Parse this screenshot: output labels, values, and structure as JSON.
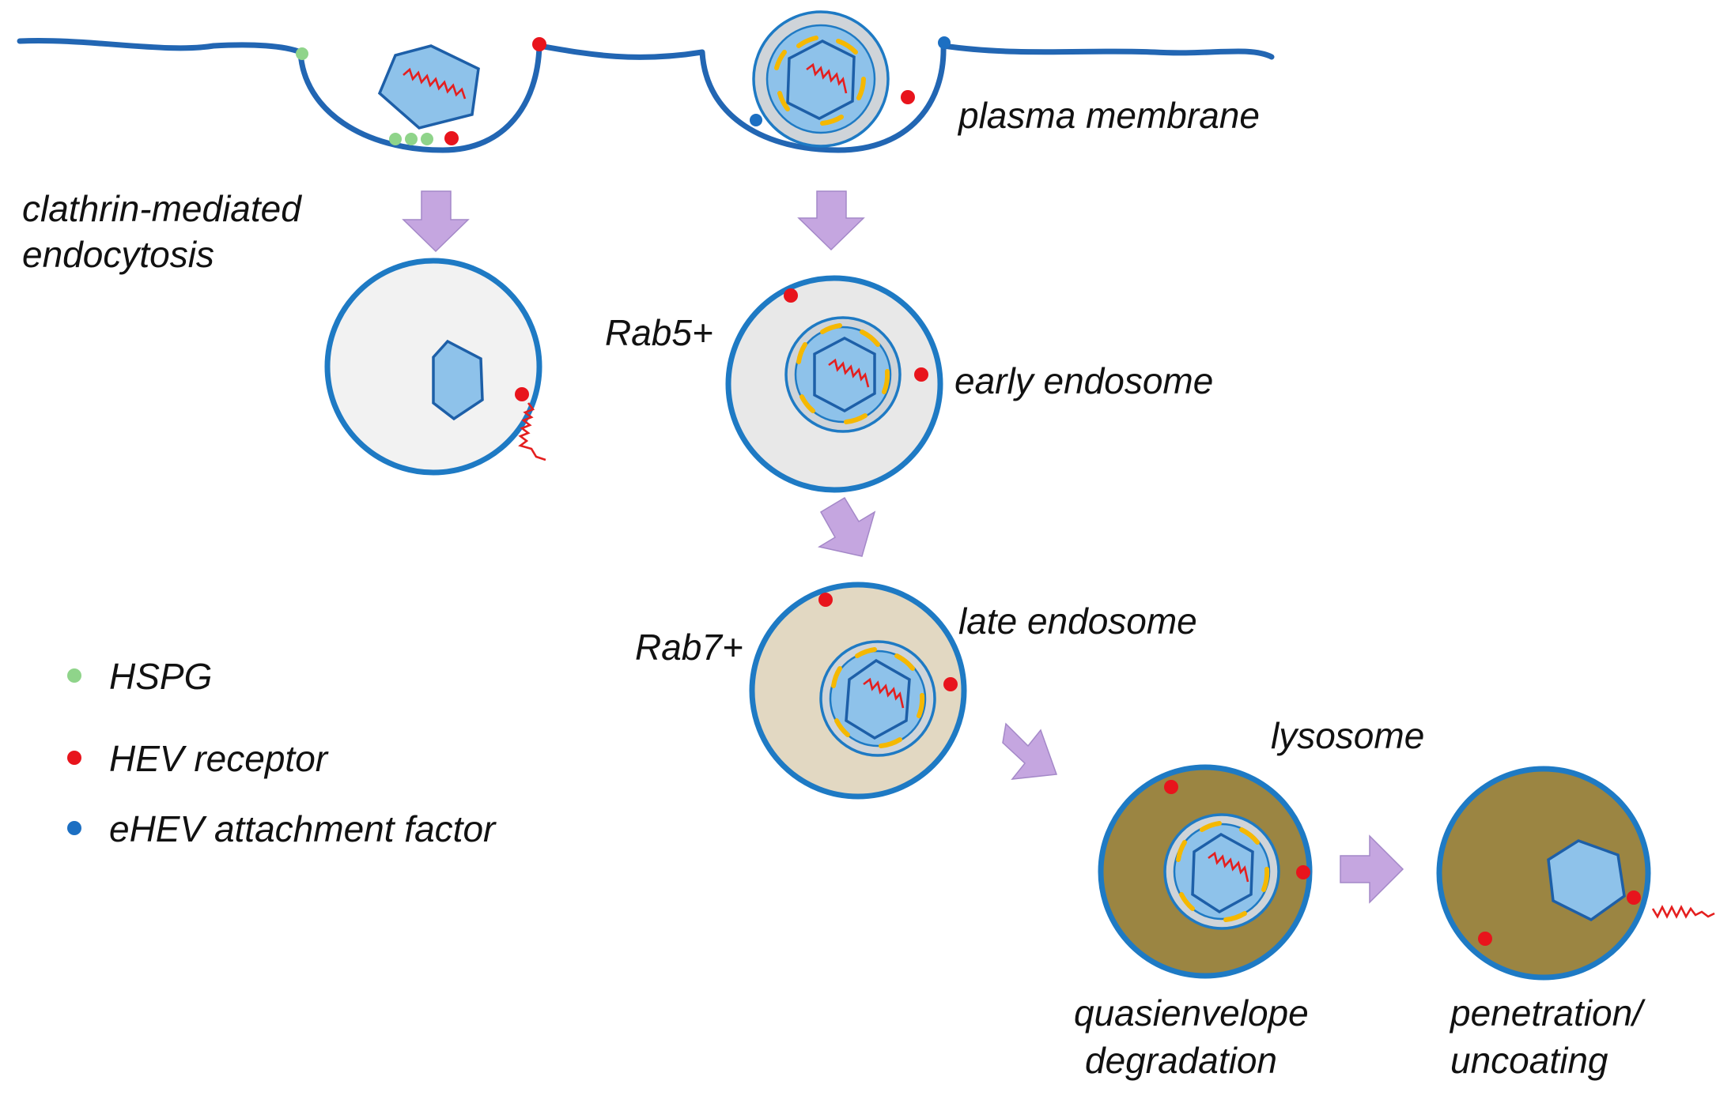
{
  "labels": {
    "plasma_membrane": "plasma membrane",
    "clathrin_line1": "clathrin-mediated",
    "clathrin_line2": "endocytosis",
    "rab5": "Rab5+",
    "early_endosome": "early endosome",
    "rab7": "Rab7+",
    "late_endosome": "late endosome",
    "lysosome": "lysosome",
    "quasienvelope_line1": "quasienvelope",
    "quasienvelope_line2": "degradation",
    "penetration_line1": "penetration/",
    "penetration_line2": "uncoating"
  },
  "legend": [
    {
      "label": "HSPG",
      "color": "#8fd48a"
    },
    {
      "label": "HEV receptor",
      "color": "#e8141c"
    },
    {
      "label": "eHEV attachment factor",
      "color": "#1c6fc2"
    }
  ],
  "colors": {
    "membrane": "#2266b3",
    "vesicle_plain": "#f2f2f2",
    "early_endosome": "#e8e8e8",
    "late_endosome": "#e2d8c2",
    "lysosome": "#9b8542",
    "capsid": "#8ec2ea",
    "arrow": "#c5a6e0"
  }
}
